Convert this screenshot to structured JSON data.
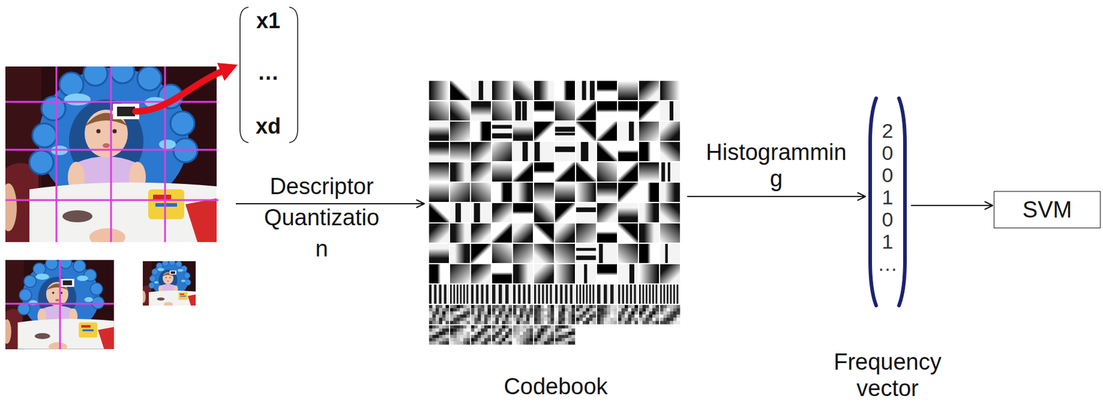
{
  "diagram": {
    "nodes": [
      {
        "text": [
          "Codebook"
        ]
      },
      {
        "text": [
          "2",
          "0",
          "0",
          "1",
          "0",
          "1",
          "…",
          "Frequency vector"
        ]
      },
      {
        "text": [
          "SVM"
        ]
      }
    ],
    "edges": [
      {
        "from": 0,
        "to": 1,
        "arrow": "to",
        "label": "Histogrammin g"
      },
      {
        "from": 1,
        "to": 2,
        "arrow": "to"
      }
    ],
    "labels": [
      "x1",
      "…",
      "xd",
      "Descriptor Quantizatio n"
    ]
  }
}
